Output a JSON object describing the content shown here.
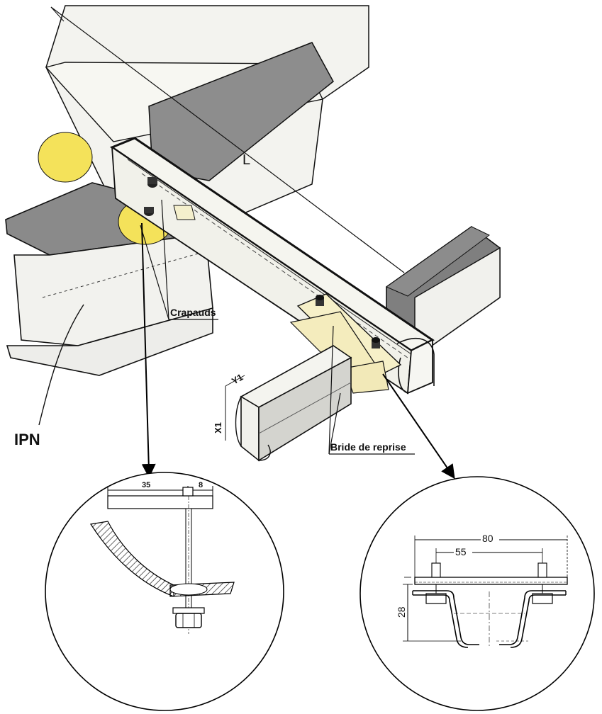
{
  "labels": {
    "crapauds": "Crapauds",
    "ipn": "IPN",
    "bride": "Bride de reprise",
    "dim_L": "L",
    "dim_Y1": "Y1",
    "dim_X1": "X1"
  },
  "detail_left": {
    "dim_35": "35",
    "dim_8": "8"
  },
  "detail_right": {
    "dim_80": "80",
    "dim_55": "55",
    "dim_28": "28"
  },
  "colors": {
    "beam_dark": "#8a8a8a",
    "rail_light": "#efefe9",
    "highlight_yellow": "#f5e55a",
    "plate_cream": "#f6f0c8",
    "line": "#111111"
  }
}
